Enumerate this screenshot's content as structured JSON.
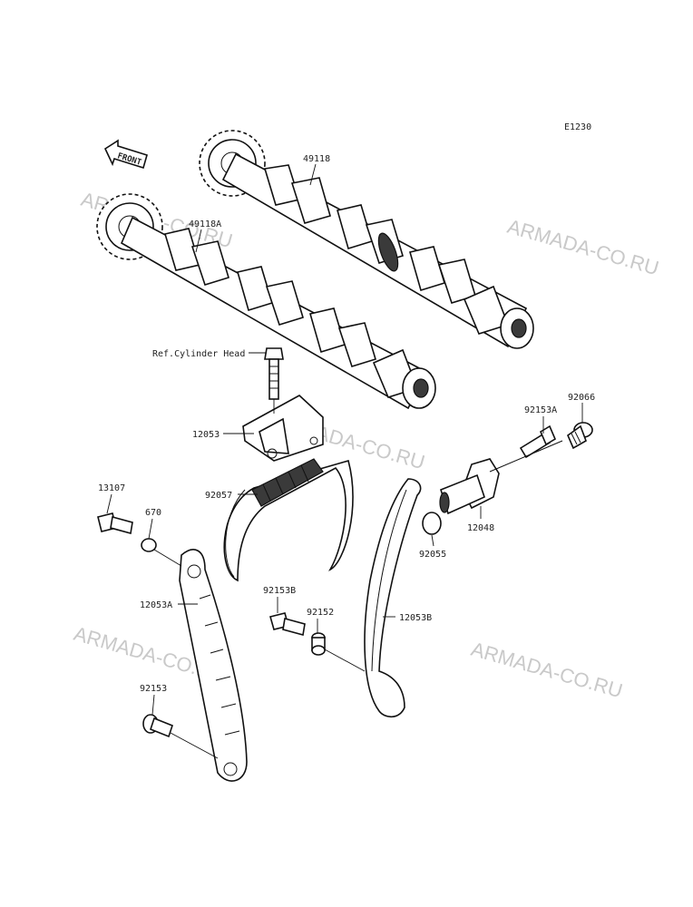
{
  "diagram_code": "E1230",
  "front_label": "FRONT",
  "reference_note": "Ref.Cylinder Head",
  "watermark": "ARMADA-CO.RU",
  "parts": {
    "p49118": "49118",
    "p49118A": "49118A",
    "p12053": "12053",
    "p92057": "92057",
    "p92153A": "92153A",
    "p92066": "92066",
    "p12048": "12048",
    "p92055": "92055",
    "p13107": "13107",
    "p670": "670",
    "p12053A": "12053A",
    "p92153B": "92153B",
    "p92152": "92152",
    "p12053B": "12053B",
    "p92153": "92153"
  }
}
